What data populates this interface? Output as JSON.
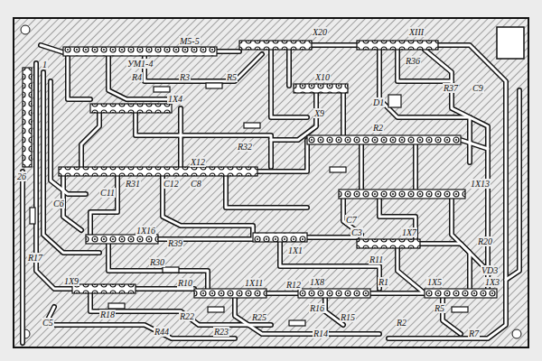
{
  "diagram": {
    "labels": [
      "УМ1-4",
      "М5-5",
      "X20",
      "XIII",
      "R4",
      "R3",
      "R5",
      "1X4",
      "X10",
      "R36",
      "R37",
      "C9",
      "D1",
      "X9",
      "R2",
      "R32",
      "X12",
      "1X13",
      "R31",
      "C11",
      "C12",
      "C8",
      "C6",
      "C7",
      "C3",
      "1X16",
      "R39",
      "1X1",
      "1X7",
      "R20",
      "R17",
      "R11",
      "R30",
      "VD3",
      "1X9",
      "R10",
      "1X11",
      "R12",
      "1X8",
      "R1",
      "1X5",
      "1X3",
      "R16",
      "R15",
      "R2",
      "R5",
      "R18",
      "R22",
      "R25",
      "C5",
      "R14",
      "R44",
      "R23",
      "R7",
      "1",
      "26"
    ]
  }
}
